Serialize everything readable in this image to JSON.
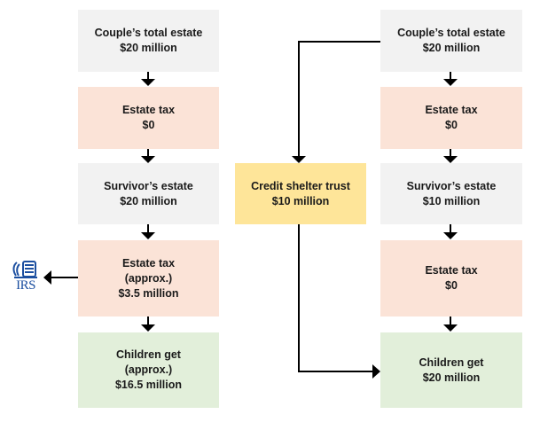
{
  "left_column": {
    "boxes": [
      {
        "lines": [
          "Couple’s total estate",
          "$20 million"
        ],
        "color": "#f2f2f2"
      },
      {
        "lines": [
          "Estate tax",
          "$0"
        ],
        "color": "#fbe3d7"
      },
      {
        "lines": [
          "Survivor’s estate",
          "$20 million"
        ],
        "color": "#f2f2f2"
      },
      {
        "lines": [
          "Estate tax",
          "(approx.)",
          "$3.5 million"
        ],
        "color": "#fbe3d7"
      },
      {
        "lines": [
          "Children get",
          "(approx.)",
          "$16.5 million"
        ],
        "color": "#e2efda"
      }
    ]
  },
  "middle": {
    "trust_box": {
      "lines": [
        "Credit shelter trust",
        "$10 million"
      ],
      "color": "#fee599"
    }
  },
  "right_column": {
    "boxes": [
      {
        "lines": [
          "Couple’s total estate",
          "$20 million"
        ],
        "color": "#f2f2f2"
      },
      {
        "lines": [
          "Estate tax",
          "$0"
        ],
        "color": "#fbe3d7"
      },
      {
        "lines": [
          "Survivor’s estate",
          "$10 million"
        ],
        "color": "#f2f2f2"
      },
      {
        "lines": [
          "Estate tax",
          "$0"
        ],
        "color": "#fbe3d7"
      },
      {
        "lines": [
          "Children get",
          "$20 million"
        ],
        "color": "#e2efda"
      }
    ]
  },
  "irs_logo": {
    "text": "IRS",
    "icon": "irs-eagle-logo",
    "color": "#1c4fa0"
  }
}
